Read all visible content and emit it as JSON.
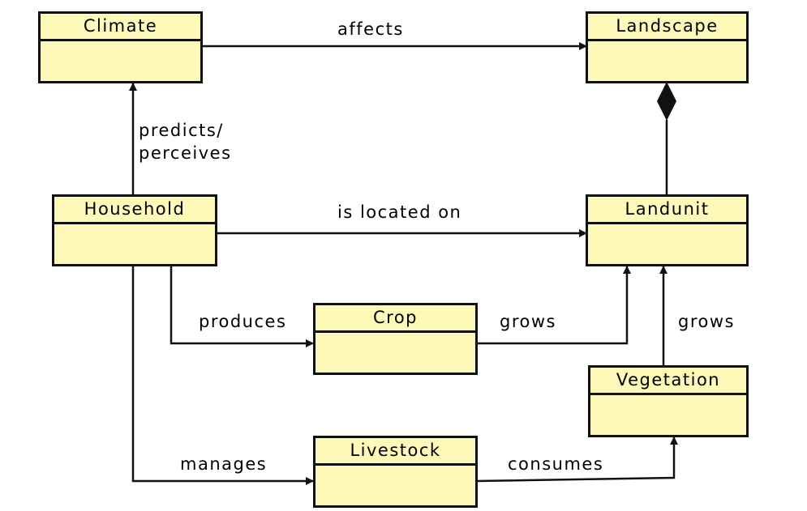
{
  "classes": {
    "climate": "Climate",
    "landscape": "Landscape",
    "household": "Household",
    "landunit": "Landunit",
    "crop": "Crop",
    "vegetation": "Vegetation",
    "livestock": "Livestock"
  },
  "relations": {
    "affects": "affects",
    "predicts_line1": "predicts/",
    "predicts_line2": "perceives",
    "is_located_on": "is located on",
    "produces": "produces",
    "crop_grows": "grows",
    "vegetation_grows": "grows",
    "manages": "manages",
    "consumes": "consumes"
  },
  "colors": {
    "box_fill": "#fff9b9",
    "stroke": "#111111"
  }
}
